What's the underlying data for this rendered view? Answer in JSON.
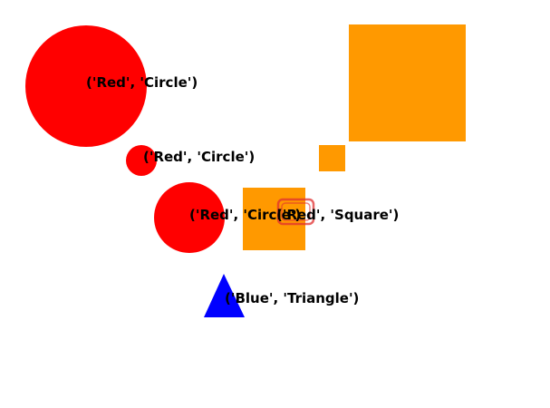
{
  "colors": {
    "red": "#ff0000",
    "orange": "#ff9900",
    "blue": "#0000ff",
    "background": "#ffffff",
    "label_text": "#000000",
    "marker_outline": "#e03030"
  },
  "shapes": [
    {
      "id": "red-circle-large",
      "kind": "circle",
      "color": "red",
      "label": "('Red', 'Circle')"
    },
    {
      "id": "red-circle-small",
      "kind": "circle",
      "color": "red",
      "label": "('Red', 'Circle')"
    },
    {
      "id": "red-circle-medium",
      "kind": "circle",
      "color": "red",
      "label": "('Red', 'Circle')"
    },
    {
      "id": "red-square-outline",
      "kind": "square-outline",
      "color": "red",
      "label": "('Red', 'Square')"
    },
    {
      "id": "blue-triangle",
      "kind": "triangle",
      "color": "blue",
      "label": "('Blue', 'Triangle')"
    },
    {
      "id": "orange-square-large",
      "kind": "square",
      "color": "orange",
      "label": ""
    },
    {
      "id": "orange-square-small",
      "kind": "square",
      "color": "orange",
      "label": ""
    },
    {
      "id": "orange-square-medium",
      "kind": "square",
      "color": "orange",
      "label": ""
    }
  ]
}
